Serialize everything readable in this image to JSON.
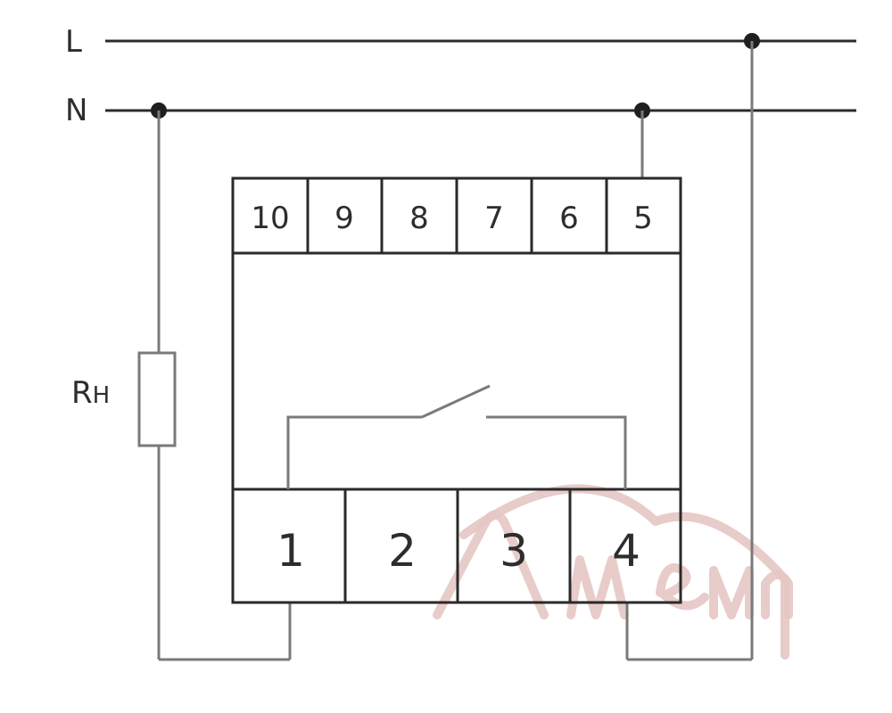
{
  "buses": {
    "line_label": "L",
    "neutral_label": "N"
  },
  "top_terminals": [
    "10",
    "9",
    "8",
    "7",
    "6",
    "5"
  ],
  "bottom_terminals": [
    "1",
    "2",
    "3",
    "4"
  ],
  "load": {
    "label_main": "R",
    "label_sub": "H"
  },
  "colors": {
    "wire": "#2c2c2c",
    "load_wire": "#7a7a7a",
    "watermark": "#e4c7c3"
  }
}
